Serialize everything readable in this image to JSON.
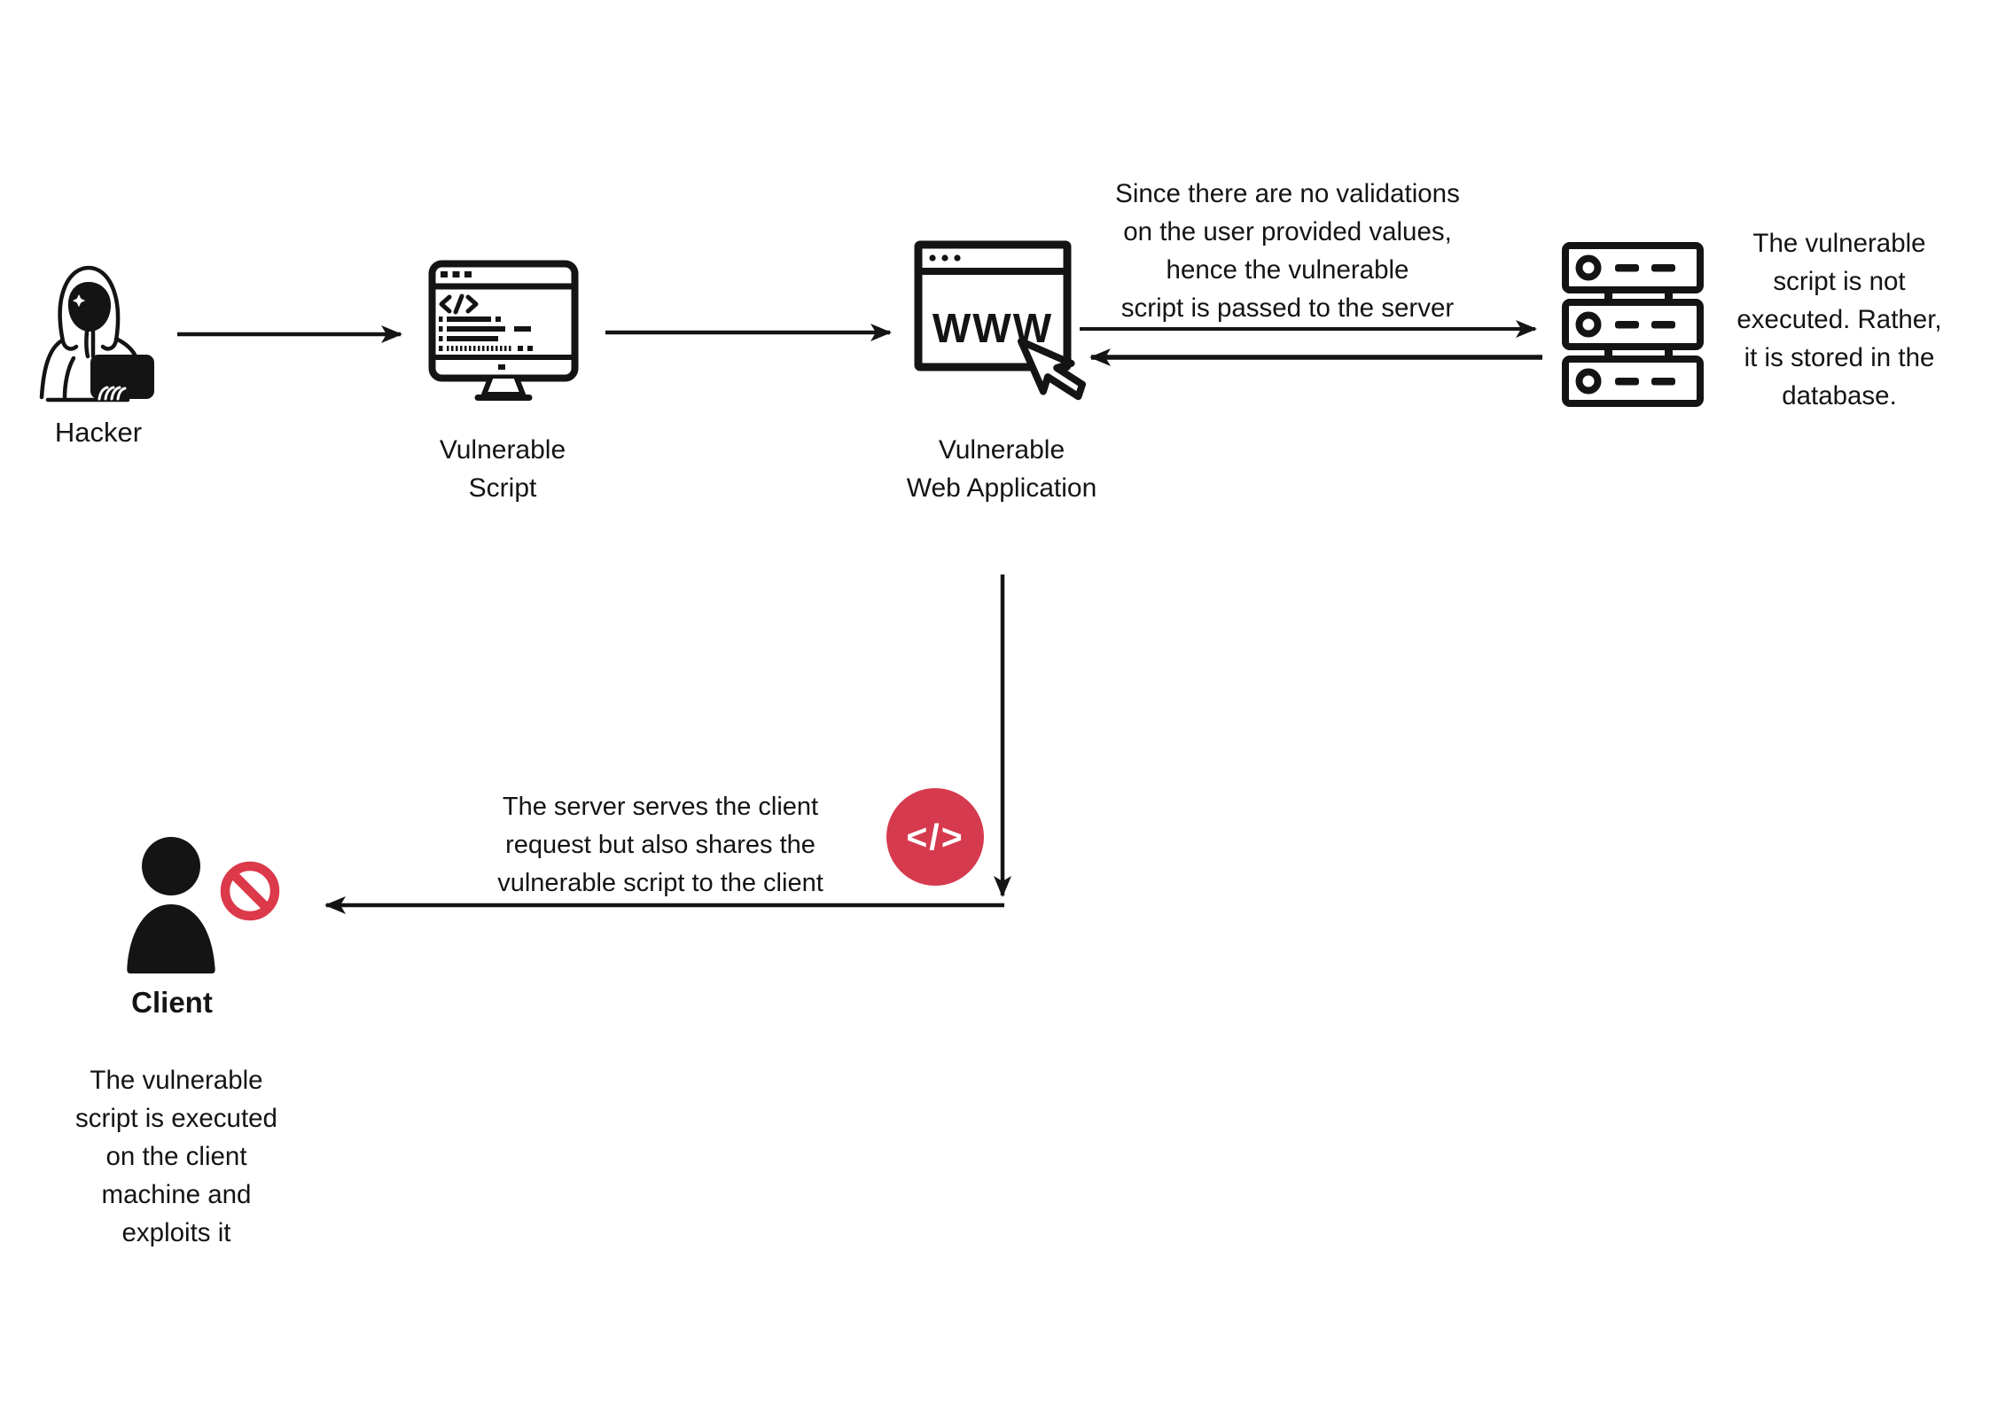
{
  "canvas": {
    "bg": "#ffffff",
    "ink": "#141414"
  },
  "colors": {
    "badge_bg": "#d63a4e",
    "prohibition": "#dc394b"
  },
  "hacker": {
    "label": "Hacker"
  },
  "script": {
    "label": "Vulnerable\nScript"
  },
  "webapp": {
    "label": "Vulnerable\nWeb Application",
    "www_text": "WWW"
  },
  "server": {
    "note": "The vulnerable\nscript is not\nexecuted. Rather,\nit is stored in the\ndatabase."
  },
  "client": {
    "label": "Client",
    "note": "The vulnerable\nscript is executed\non the client\nmachine and\nexploits it"
  },
  "flow": {
    "to_server_note": "Since there are no validations\non the user provided values,\nhence the vulnerable\nscript is passed to the server",
    "to_client_note": "The server serves the client\nrequest but also shares the\nvulnerable script to the client",
    "code_badge_text": "</>"
  },
  "icons": {
    "hacker": "hooded-hacker-with-laptop-icon",
    "script": "monitor-code-icon",
    "webapp": "browser-www-cursor-icon",
    "server": "server-rack-icon",
    "client": "person-silhouette-icon",
    "prohibition": "no-entry-icon",
    "code_badge": "code-tag-icon"
  }
}
